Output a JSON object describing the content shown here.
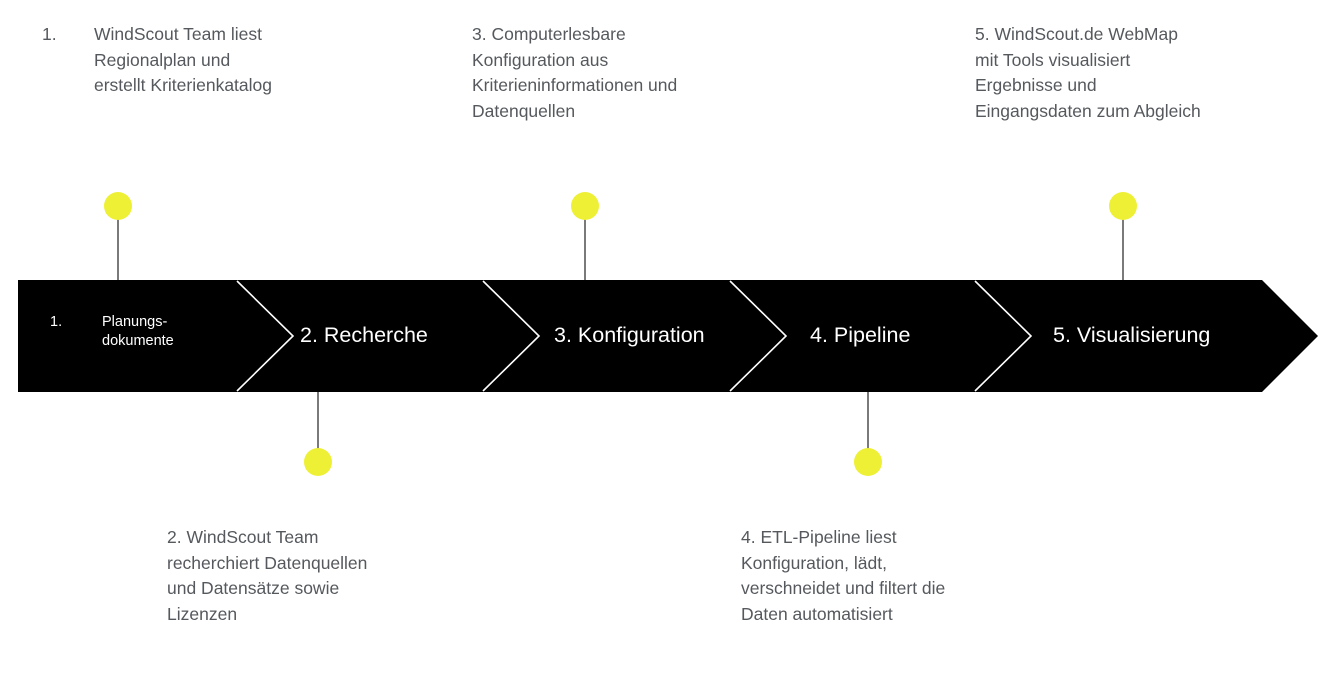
{
  "diagram": {
    "title_text": "",
    "colors": {
      "band": "#000000",
      "dot": "#eef035",
      "connector": "#7a7a7a",
      "note_text": "#55595d",
      "segment_text": "#ffffff",
      "separator": "#ffffff",
      "background": "#ffffff"
    },
    "band": {
      "segments": [
        {
          "id": "segment-1",
          "marker": "1.",
          "label": "Planungs-\ndokumente",
          "style": "small-two-line"
        },
        {
          "id": "segment-2",
          "marker": "",
          "label": "2. Recherche",
          "style": "normal"
        },
        {
          "id": "segment-3",
          "marker": "",
          "label": "3. Konfiguration",
          "style": "normal"
        },
        {
          "id": "segment-4",
          "marker": "",
          "label": "4. Pipeline",
          "style": "normal"
        },
        {
          "id": "segment-5",
          "marker": "",
          "label": "5. Visualisierung",
          "style": "normal"
        }
      ]
    },
    "notes": [
      {
        "id": "note-1",
        "position": "top",
        "marker": "1.",
        "text": "WindScout Team liest\nRegionalplan und\nerstellt Kriterienkatalog"
      },
      {
        "id": "note-2",
        "position": "bottom",
        "marker": "",
        "text": "2. WindScout Team\nrecherchiert Datenquellen\nund Datensätze sowie\nLizenzen"
      },
      {
        "id": "note-3",
        "position": "top",
        "marker": "",
        "text": "3. Computerlesbare\nKonfiguration aus\nKriterieninformationen und\nDatenquellen"
      },
      {
        "id": "note-4",
        "position": "bottom",
        "marker": "",
        "text": "4. ETL-Pipeline liest\nKonfiguration, lädt,\nverschneidet und filtert die\nDaten automatisiert"
      },
      {
        "id": "note-5",
        "position": "top",
        "marker": "",
        "text": "5. WindScout.de WebMap\nmit Tools visualisiert\nErgebnisse und\nEingangsdaten zum Abgleich"
      }
    ]
  }
}
